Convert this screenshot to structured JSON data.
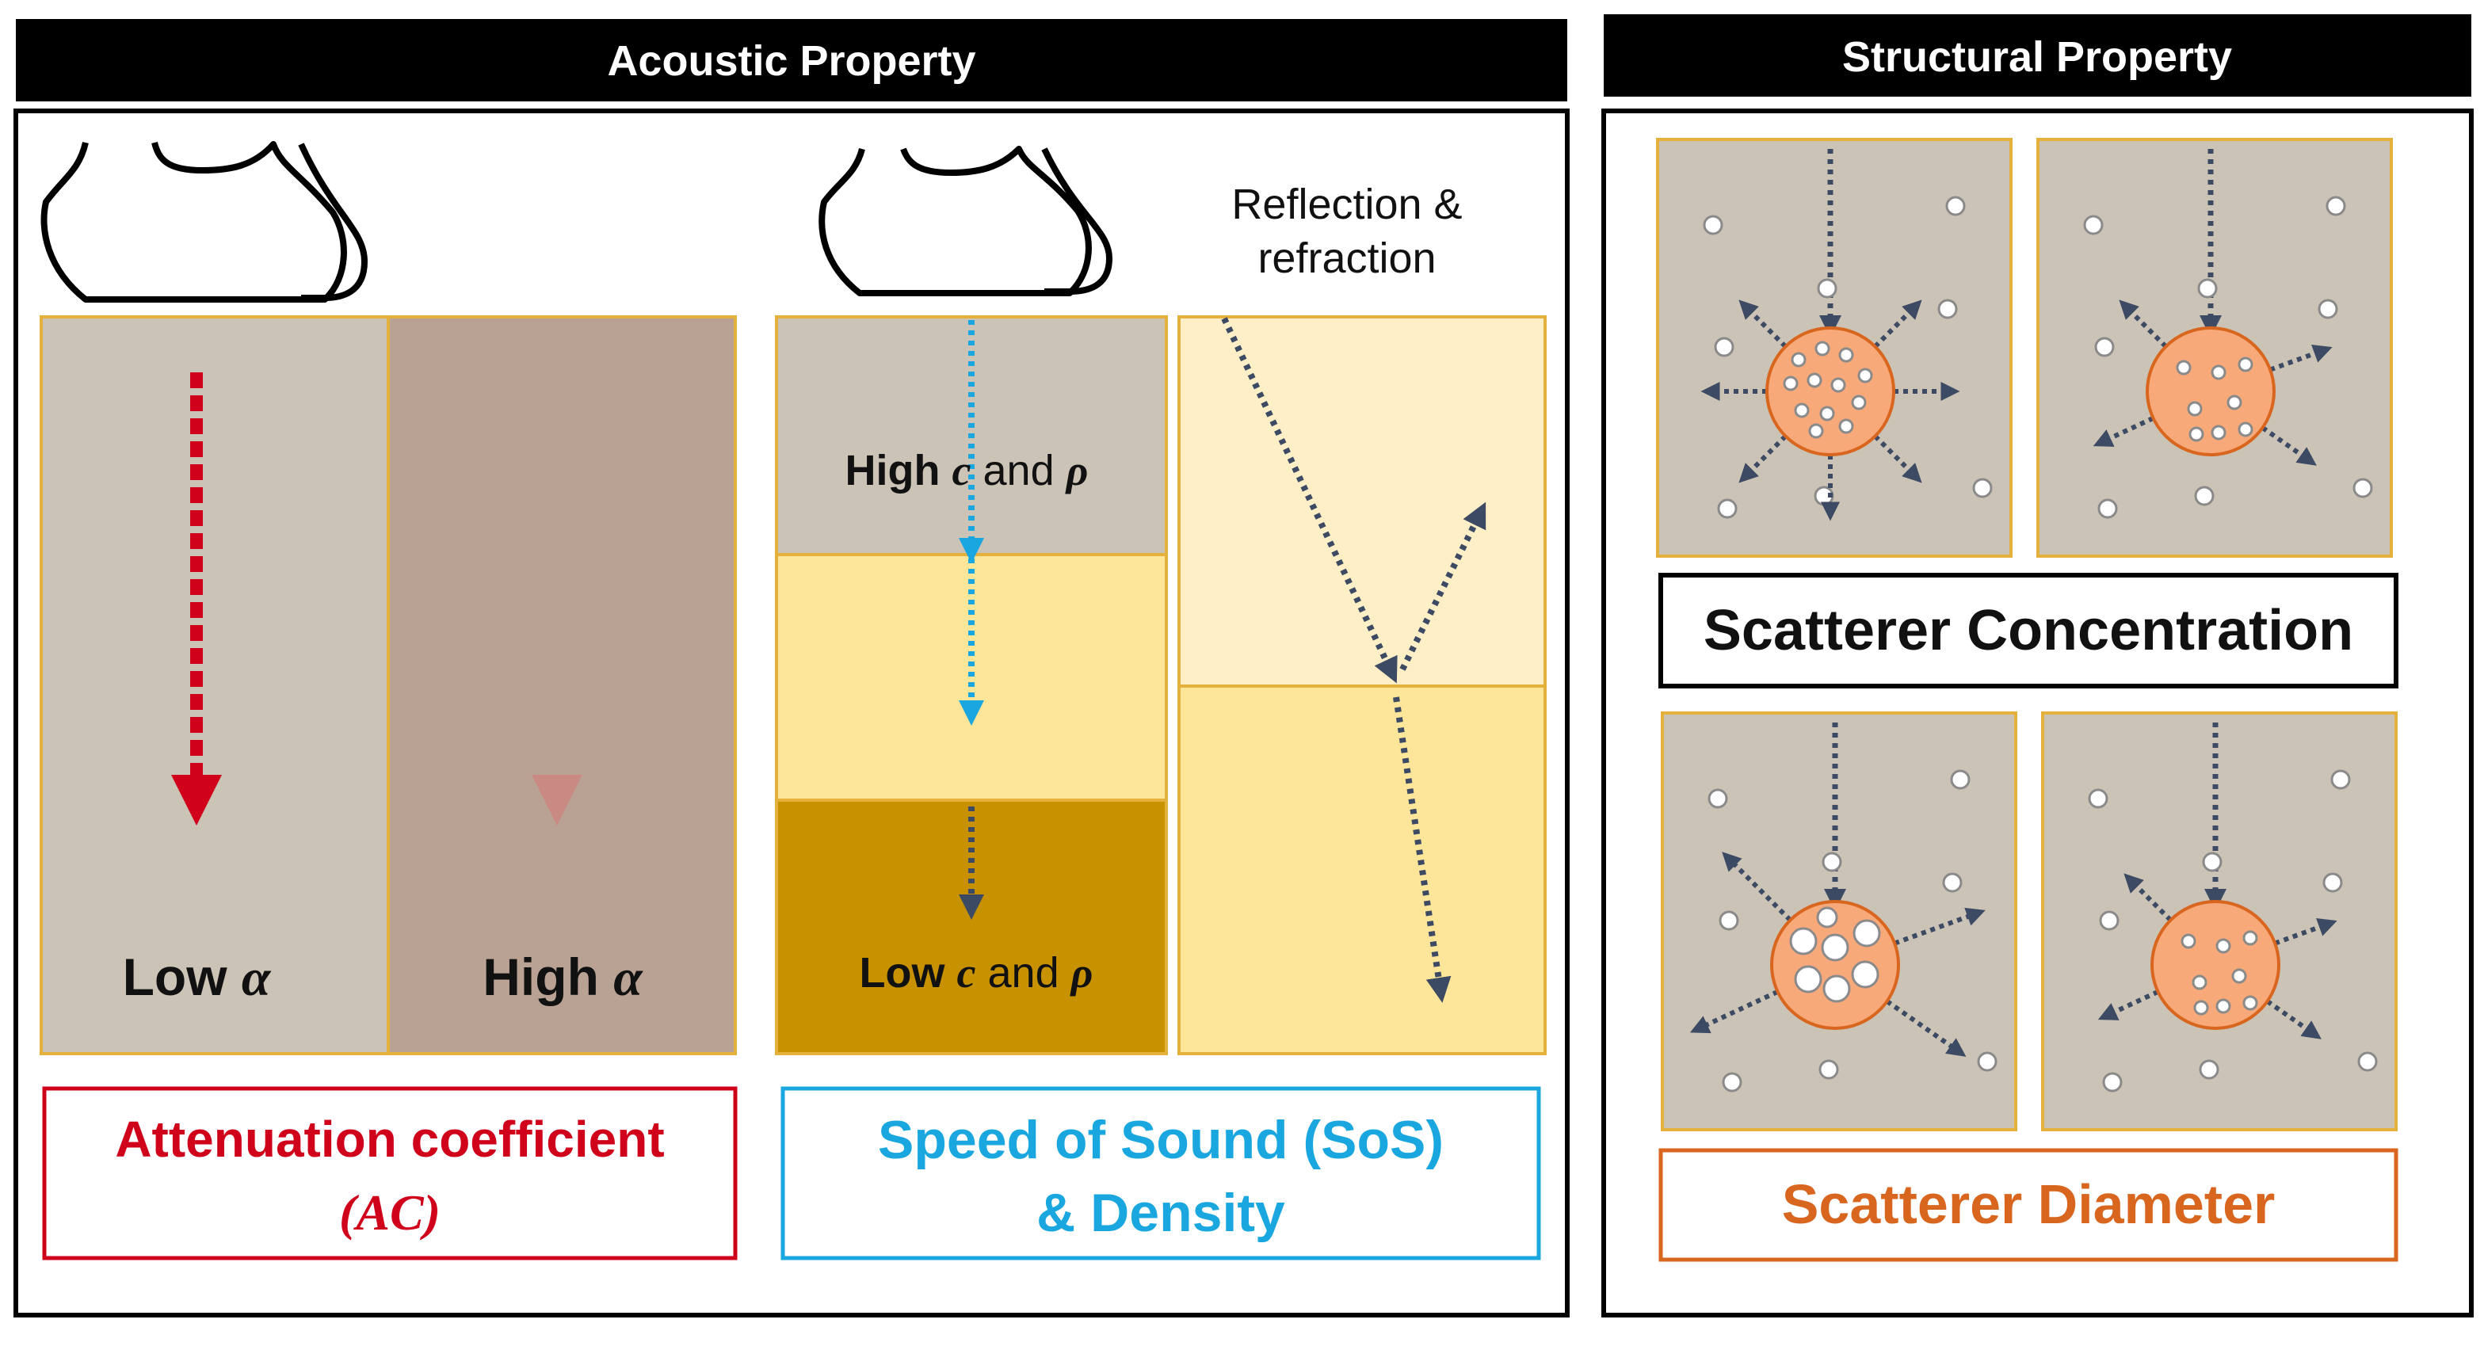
{
  "headers": {
    "acoustic": "Acoustic Property",
    "structural": "Structural Property"
  },
  "attenuation": {
    "low_prefix": "Low ",
    "low_symbol": "α",
    "high_prefix": "High ",
    "high_symbol": "α",
    "caption_line1": "Attenuation coefficient",
    "caption_line2": "(AC)",
    "color": "#d0021b"
  },
  "sos": {
    "high_prefix": "High ",
    "high_c": "c",
    "high_and": " and ",
    "high_rho": "ρ",
    "low_prefix": "Low ",
    "low_c": "c",
    "low_and": " and ",
    "low_rho": "ρ",
    "reflection_line1": "Reflection &",
    "reflection_line2": "refraction",
    "caption_line1": "Speed of Sound (SoS)",
    "caption_line2": "& Density",
    "color": "#1aa7e0"
  },
  "structural": {
    "concentration_label": "Scatterer Concentration",
    "diameter_label": "Scatterer Diameter",
    "diameter_color": "#d9661f",
    "scatterer_fill": "#f7a97a"
  },
  "colors": {
    "tissue_gray": "#cbc3b5",
    "tissue_brown": "#b9a193",
    "light_yellow": "#fde69a",
    "lighter_yellow": "#feefc6",
    "dark_gold": "#c79100",
    "arrow_navy": "#3d4a63",
    "panel_border": "#e4b23c"
  }
}
